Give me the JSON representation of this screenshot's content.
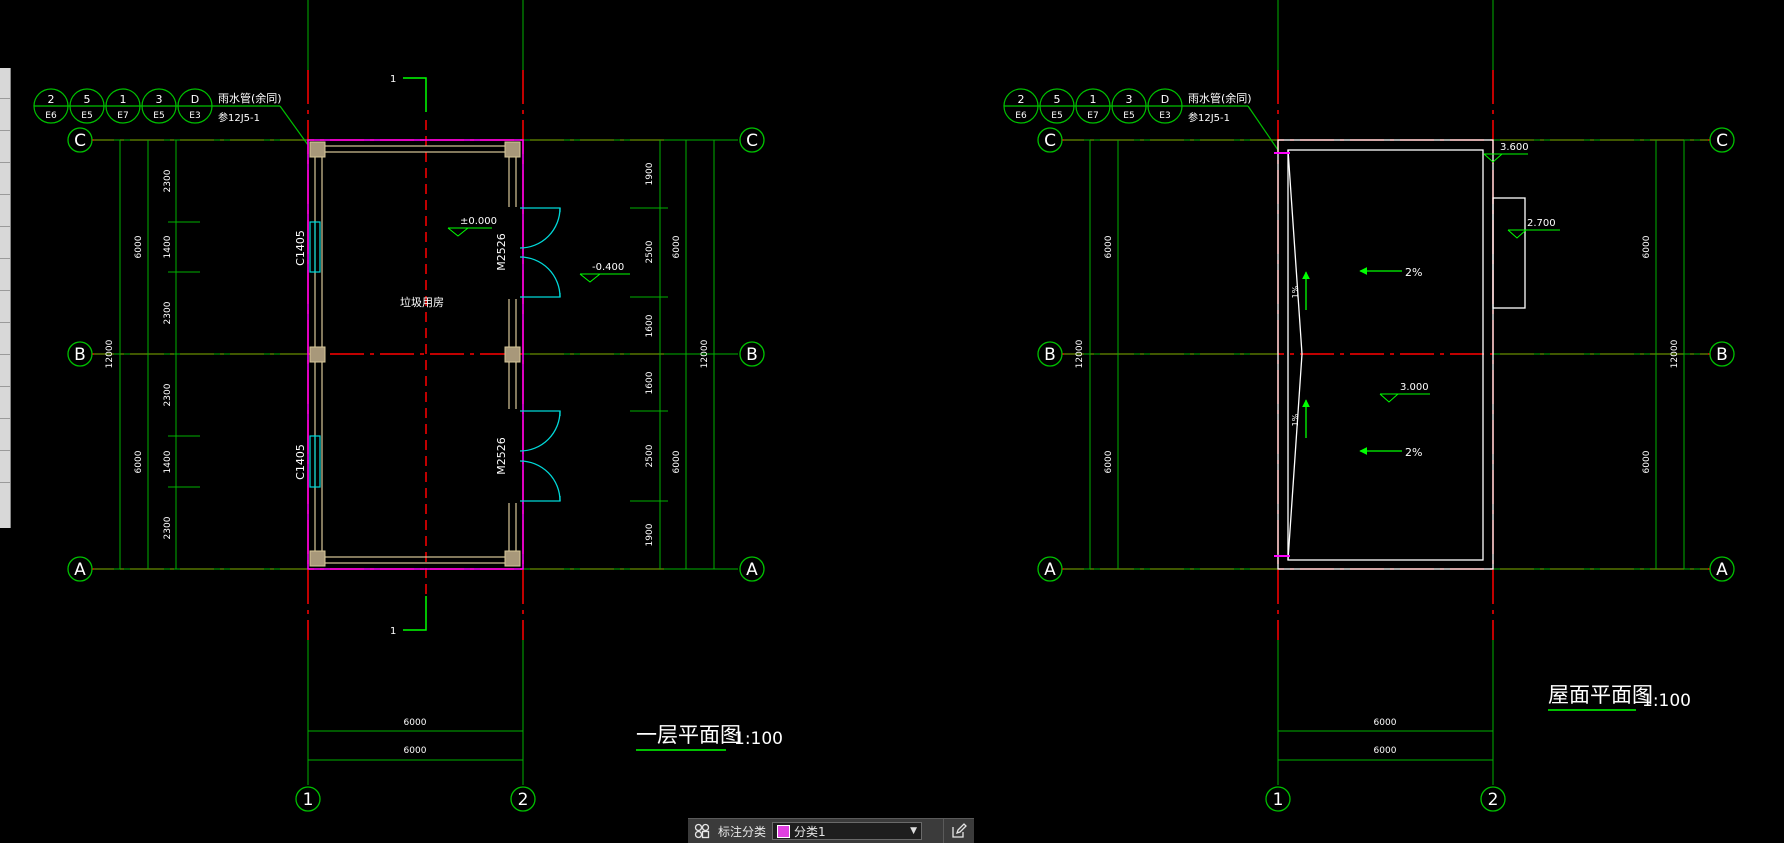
{
  "colors": {
    "grid": "#00c000",
    "axis": "#ff0000",
    "wall": "#d8c89a",
    "door": "#00d8d8",
    "pink": "#ff00ff",
    "white": "#ffffff",
    "col": "#b0a080",
    "bg": "#000000"
  },
  "left": {
    "title": "一层平面图",
    "scale": "1:100",
    "grid_rows": [
      "C",
      "B",
      "A"
    ],
    "grid_cols": [
      "1",
      "2"
    ],
    "pipe_circles": [
      {
        "top": "2",
        "bottom": "E6"
      },
      {
        "top": "5",
        "bottom": "E5"
      },
      {
        "top": "1",
        "bottom": "E7"
      },
      {
        "top": "3",
        "bottom": "E5"
      },
      {
        "top": "D",
        "bottom": "E3"
      }
    ],
    "pipe_note_1": "雨水管(余同)",
    "pipe_note_2": "参12J5-1",
    "room_name": "垃圾用房",
    "elev_floor": "±0.000",
    "elev_out": "-0.400",
    "window_1": "C1405",
    "window_2": "C1405",
    "door_1": "M2526",
    "door_2": "M2526",
    "section_mark": "1",
    "dims_left_outer": {
      "a": "6000",
      "b": "6000",
      "total": "12000"
    },
    "dims_left_inner": [
      "2300",
      "1400",
      "2300",
      "2300",
      "1400",
      "2300"
    ],
    "dims_right_inner": [
      "1900",
      "2500",
      "1600",
      "1600",
      "2500",
      "1900"
    ],
    "dims_right_outer": {
      "a": "6000",
      "b": "6000",
      "total": "12000"
    },
    "dims_bottom": [
      "6000",
      "6000"
    ]
  },
  "right": {
    "title": "屋面平面图",
    "scale": "1:100",
    "grid_rows": [
      "C",
      "B",
      "A"
    ],
    "grid_cols": [
      "1",
      "2"
    ],
    "pipe_circles": [
      {
        "top": "2",
        "bottom": "E6"
      },
      {
        "top": "5",
        "bottom": "E5"
      },
      {
        "top": "1",
        "bottom": "E7"
      },
      {
        "top": "3",
        "bottom": "E5"
      },
      {
        "top": "D",
        "bottom": "E3"
      }
    ],
    "pipe_note_1": "雨水管(余同)",
    "pipe_note_2": "参12J5-1",
    "elev_1": "3.600",
    "elev_2": "2.700",
    "elev_3": "3.000",
    "slope_1": "2%",
    "slope_2": "2%",
    "slope_v1": "1%",
    "slope_v2": "1%",
    "dims_left": {
      "a": "6000",
      "b": "6000",
      "total": "12000"
    },
    "dims_right": {
      "a": "6000",
      "b": "6000",
      "total": "12000"
    },
    "dims_bottom": [
      "6000",
      "6000"
    ]
  },
  "toolbar": {
    "icon": "category-grid-icon",
    "label": "标注分类",
    "selected": "分类1",
    "swatch_color": "#e040e0",
    "edit_icon": "edit-icon"
  }
}
